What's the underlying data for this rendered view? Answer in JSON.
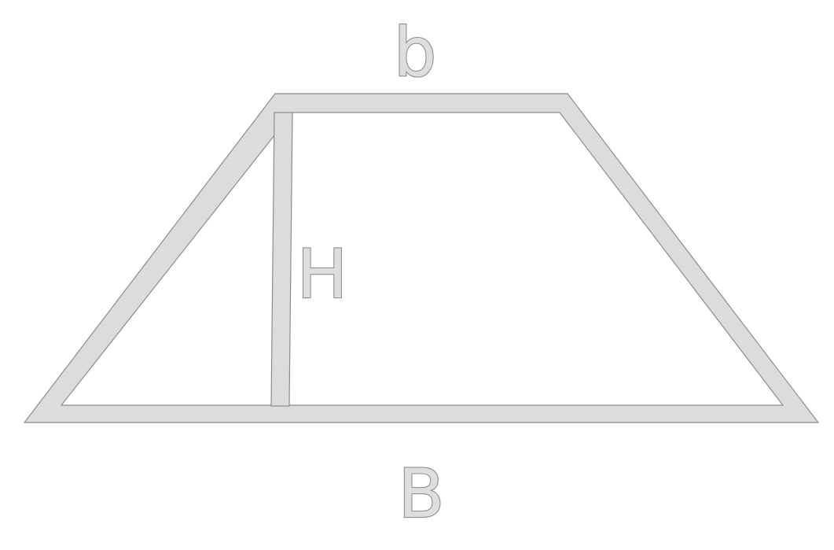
{
  "labels": {
    "top_base": "b",
    "bottom_base": "B",
    "height": "H"
  },
  "colors": {
    "shape_fill": "#dcdcdc",
    "shape_outline": "#8c8c8c",
    "label_fill": "#dedede",
    "label_outline": "#8f8f8f",
    "background": "#ffffff"
  }
}
